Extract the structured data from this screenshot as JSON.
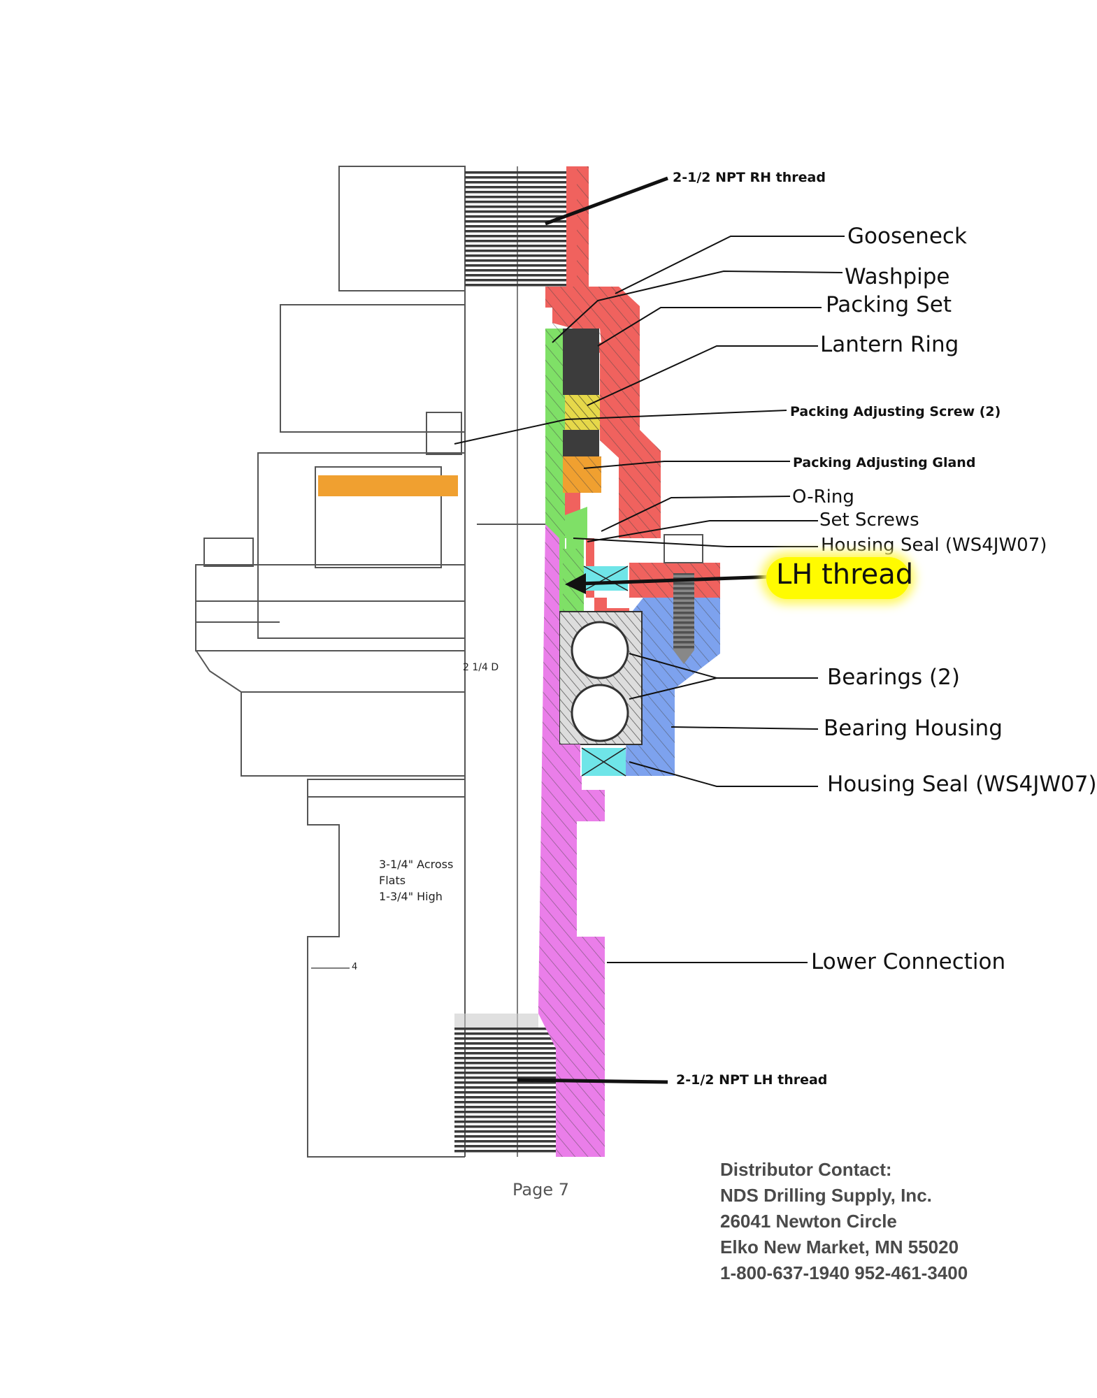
{
  "labels": {
    "npt_rh": "2-1/2 NPT RH thread",
    "gooseneck": "Gooseneck",
    "washpipe": "Washpipe",
    "packing_set": "Packing Set",
    "lantern_ring": "Lantern Ring",
    "packing_adjusting_screw": "Packing Adjusting Screw (2)",
    "packing_adjusting_gland": "Packing Adjusting Gland",
    "o_ring": "O-Ring",
    "set_screws": "Set Screws",
    "housing_seal_top": "Housing Seal  (WS4JW07)",
    "lh_thread": "LH thread",
    "bearings": "Bearings (2)",
    "bearing_housing": "Bearing Housing",
    "housing_seal_bottom": "Housing Seal (WS4JW07)",
    "lower_connection": "Lower Connection",
    "npt_lh": "2-1/2 NPT LH thread"
  },
  "notes": {
    "across_flats_1": "3-1/4\" Across",
    "across_flats_2": "Flats",
    "across_flats_3": "1-3/4\" High",
    "dim_2_1_4": "2 1/4  D",
    "dim_4": "4"
  },
  "page_number": "Page 7",
  "contact": {
    "heading": "Distributor Contact:",
    "company": "NDS Drilling Supply, Inc.",
    "street": "26041 Newton Circle",
    "city": "Elko New Market, MN 55020",
    "phones": "1-800-637-1940  952-461-3400"
  },
  "colors": {
    "gooseneck": "#f0625e",
    "washpipe": "#7fe067",
    "packing": "#3c3c3c",
    "lantern_ring": "#e6d84a",
    "gland": "#f0a030",
    "bearing_housing": "#7da2ee",
    "seal": "#6fe5e8",
    "lower_connection": "#ea7ee9",
    "highlight": "#fffb00"
  }
}
